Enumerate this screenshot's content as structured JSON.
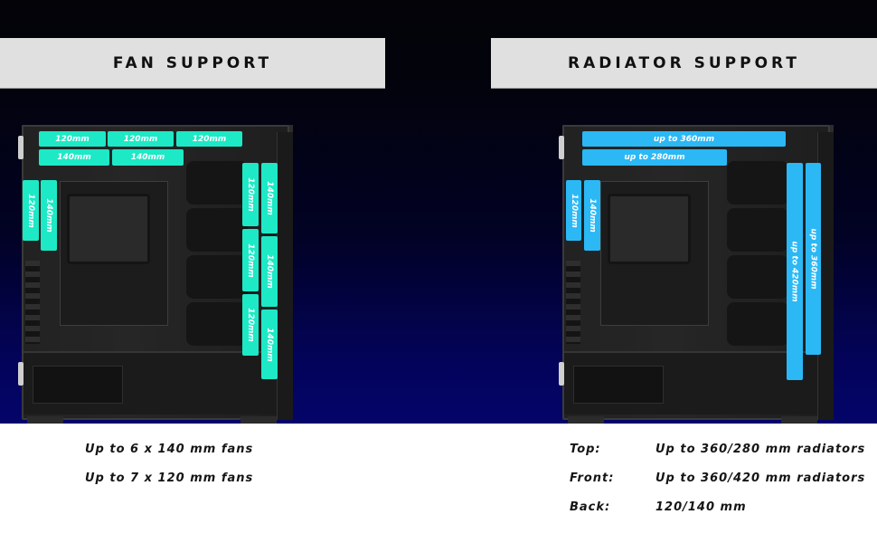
{
  "panels": {
    "fan": {
      "title": "FAN SUPPORT",
      "tags": {
        "top_120": [
          "120mm",
          "120mm",
          "120mm"
        ],
        "top_140": [
          "140mm",
          "140mm"
        ],
        "rear_120": "120mm",
        "rear_140": "140mm",
        "front_120": [
          "120mm",
          "120mm",
          "120mm"
        ],
        "front_140": [
          "140mm",
          "140mm",
          "140mm"
        ]
      },
      "captions": [
        "Up to 6 x 140 mm fans",
        "Up to 7 x 120 mm fans"
      ],
      "color": "#1de9c6"
    },
    "radiator": {
      "title": "RADIATOR SUPPORT",
      "tags": {
        "top_360": "up to 360mm",
        "top_280": "up to 280mm",
        "rear_120": "120mm",
        "rear_140": "140mm",
        "front_420": "up to 420mm",
        "front_360": "up to 360mm"
      },
      "specs": [
        {
          "label": "Top:",
          "value": "Up to 360/280 mm radiators"
        },
        {
          "label": "Front:",
          "value": "Up to 360/420 mm radiators"
        },
        {
          "label": "Back:",
          "value": "120/140 mm"
        }
      ],
      "color": "#2bb8f5"
    }
  },
  "colors": {
    "banner_bg": "#e0e0e0",
    "hero_top": "#030308",
    "hero_bottom": "#04046a"
  }
}
